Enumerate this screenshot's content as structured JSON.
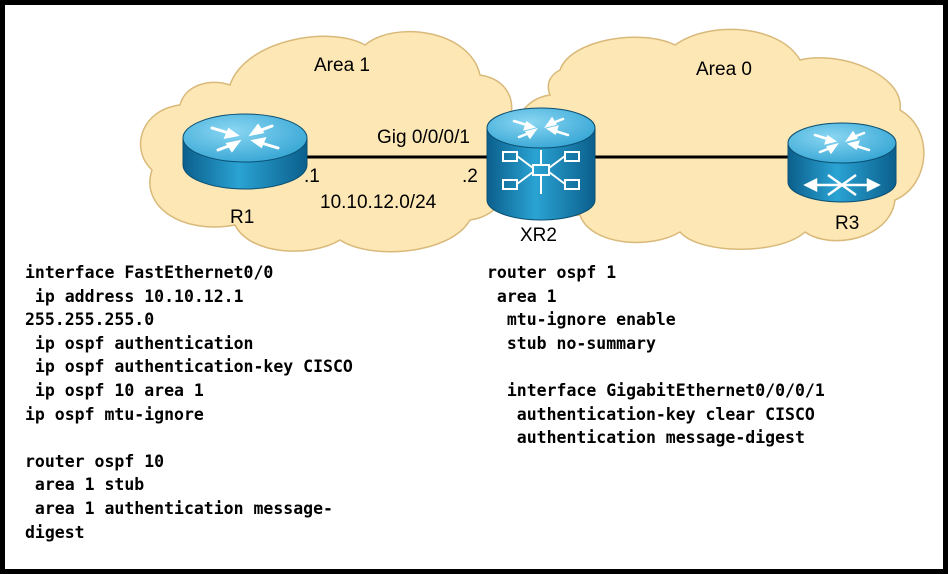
{
  "diagram": {
    "areas": {
      "area1": "Area 1",
      "area0": "Area 0"
    },
    "routers": {
      "r1": "R1",
      "xr2": "XR2",
      "r3": "R3"
    },
    "link": {
      "interface": "Gig 0/0/0/1",
      "r1_host": ".1",
      "xr2_host": ".2",
      "subnet": "10.10.12.0/24"
    }
  },
  "r1_config": [
    "interface FastEthernet0/0",
    " ip address 10.10.12.1",
    "255.255.255.0",
    " ip ospf authentication",
    " ip ospf authentication-key CISCO",
    " ip ospf 10 area 1",
    "ip ospf mtu-ignore",
    "",
    "router ospf 10",
    " area 1 stub",
    " area 1 authentication message-",
    "digest"
  ],
  "xr2_config": [
    "router ospf 1",
    " area 1",
    "  mtu-ignore enable",
    "  stub no-summary",
    "",
    "  interface GigabitEthernet0/0/0/1",
    "   authentication-key clear CISCO",
    "   authentication message-digest"
  ],
  "colors": {
    "cloud_fill": "#fde7b4",
    "cloud_stroke": "#d9b97a",
    "router_blue": "#1f8fbf",
    "router_top": "#5fc2e8"
  }
}
